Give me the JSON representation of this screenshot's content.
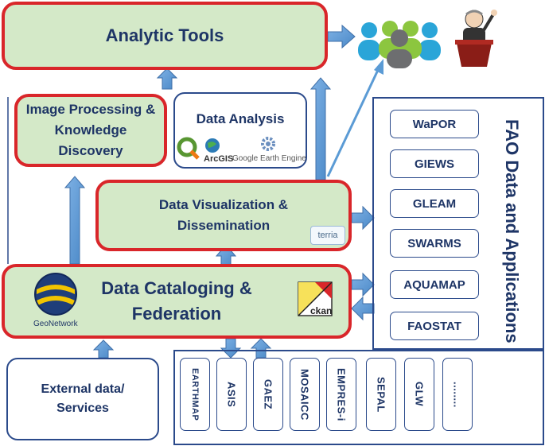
{
  "boxes": {
    "analytic_tools": "Analytic Tools",
    "image_processing": "Image Processing & Knowledge Discovery",
    "data_analysis": "Data Analysis",
    "data_visualization": "Data Visualization & Dissemination",
    "data_cataloging": "Data Cataloging & Federation",
    "external_data": "External data/ Services"
  },
  "logos": {
    "arcgis": "ArcGIS",
    "google_earth_engine": "Google Earth Engine",
    "terria": "terria",
    "geonetwork": "GeoNetwork",
    "ckan": "ckan"
  },
  "fao": {
    "title": "FAO Data and Applications",
    "apps": [
      "WaPOR",
      "GIEWS",
      "GLEAM",
      "SWARMS",
      "AQUAMAP",
      "FAOSTAT"
    ]
  },
  "sources": [
    "EARTHMAP",
    "ASIS",
    "GAEZ",
    "MOSAICC",
    "EMPRES-i",
    "SEPAL",
    "GLW",
    "........"
  ],
  "icons": [
    "users-group-icon",
    "speaker-podium-icon",
    "qgis-icon",
    "globe-icon",
    "gear-icon",
    "geonetwork-globe-icon",
    "ckan-logo-icon"
  ],
  "colors": {
    "box_fill": "#d4e9c8",
    "box_border": "#d9262a",
    "navy": "#1e3566",
    "arrow": "#5b9bd5",
    "frame": "#2b4a8b"
  }
}
